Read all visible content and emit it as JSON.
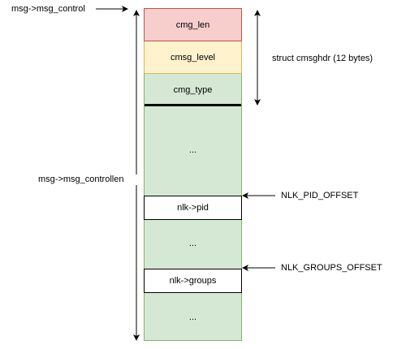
{
  "diagram": {
    "fields": {
      "cmsg_len": "cmg_len",
      "cmsg_level": "cmsg_level",
      "cmsg_type": "cmg_type",
      "ellipsis_1": "...",
      "nlk_pid": "nlk->pid",
      "ellipsis_2": "...",
      "nlk_groups": "nlk->groups",
      "ellipsis_3": "..."
    },
    "annotations": {
      "msg_control": "msg->msg_control",
      "msg_controllen": "msg->msg_controllen",
      "cmsghdr": "struct cmsghdr (12 bytes)",
      "pid_offset": "NLK_PID_OFFSET",
      "groups_offset": "NLK_GROUPS_OFFSET"
    },
    "colors": {
      "cmsg_len_fill": "#f8cecc",
      "cmsg_len_stroke": "#b85450",
      "cmsg_level_fill": "#fff2cc",
      "cmsg_level_stroke": "#d6b656",
      "body_fill": "#d5e8d4",
      "body_stroke": "#82b366",
      "inner_fill": "#ffffff",
      "inner_stroke": "#000000"
    }
  }
}
